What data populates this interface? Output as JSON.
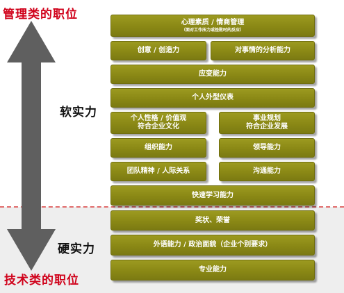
{
  "labels": {
    "top": "管理类的职位",
    "bottom": "技术类的职位",
    "soft": "软实力",
    "hard": "硬实力"
  },
  "blocks": {
    "psych": {
      "title": "心理素质 / 情商管理",
      "subtitle": "（面对工作压力或挫败时的反应）"
    },
    "creativity": "创意 / 创造力",
    "analysis": "对事情的分析能力",
    "adaptability": "应变能力",
    "appearance": "个人外型仪表",
    "personality": [
      "个人性格 / 价值观",
      "符合企业文化"
    ],
    "career": [
      "事业规划",
      "符合企业发展"
    ],
    "organization": "组织能力",
    "leadership": "领导能力",
    "teamwork": "团队精神 / 人际关系",
    "communication": "沟通能力",
    "learning": "快速学习能力",
    "awards": "奖状、荣誉",
    "language": "外语能力 / 政治面貌（企业个别要求）",
    "professional": "专业能力"
  },
  "colors": {
    "block": "#8a8815",
    "label_red": "#d0021b",
    "arrow": "#5f5f5f"
  }
}
